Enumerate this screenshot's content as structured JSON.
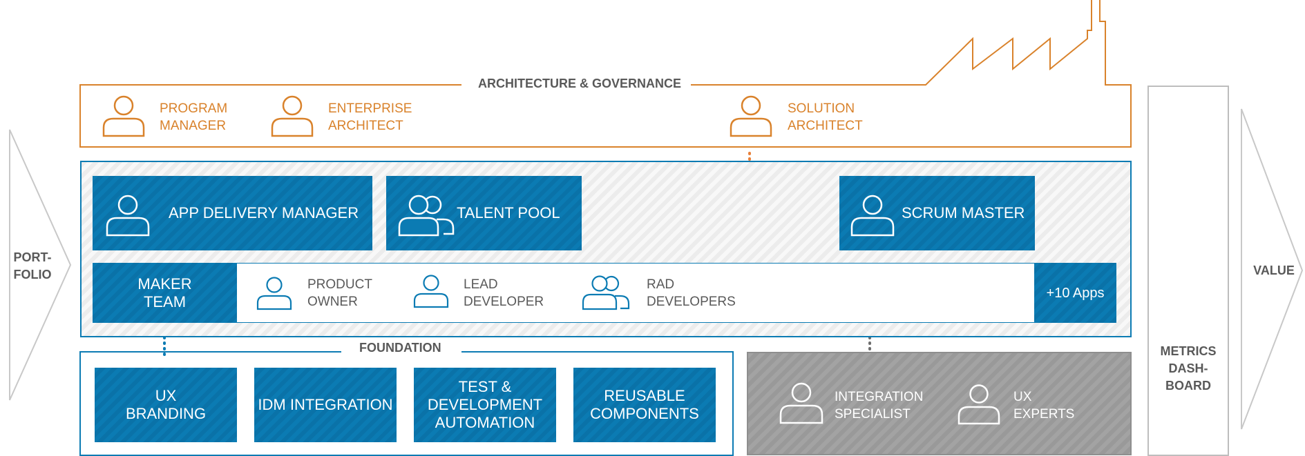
{
  "colors": {
    "orange": "#d9822b",
    "blue": "#0b7bb3",
    "grey": "#a3a3a3",
    "text_grey": "#595959"
  },
  "portfolio": {
    "label_line1": "PORT-",
    "label_line2": "FOLIO"
  },
  "value": {
    "label": "VALUE"
  },
  "metrics": {
    "line1": "METRICS",
    "line2": "DASH-",
    "line3": "BOARD"
  },
  "architecture": {
    "title": "ARCHITECTURE & GOVERNANCE",
    "roles": [
      {
        "line1": "PROGRAM",
        "line2": "MANAGER",
        "icon": "person-icon"
      },
      {
        "line1": "ENTERPRISE",
        "line2": "ARCHITECT",
        "icon": "person-icon"
      },
      {
        "line1": "SOLUTION",
        "line2": "ARCHITECT",
        "icon": "person-icon"
      }
    ]
  },
  "delivery": {
    "app_delivery_manager": "APP DELIVERY MANAGER",
    "talent_pool": "TALENT POOL",
    "scrum_master": "SCRUM MASTER"
  },
  "maker_team": {
    "label_line1": "MAKER",
    "label_line2": "TEAM",
    "members": [
      {
        "line1": "PRODUCT",
        "line2": "OWNER",
        "icon": "person-icon"
      },
      {
        "line1": "LEAD",
        "line2": "DEVELOPER",
        "icon": "person-icon"
      },
      {
        "line1": "RAD",
        "line2": "DEVELOPERS",
        "icon": "group-icon"
      }
    ],
    "apps": "+10 Apps"
  },
  "foundation": {
    "title": "FOUNDATION",
    "items": [
      {
        "line1": "UX",
        "line2": "BRANDING"
      },
      {
        "line1": "IDM INTEGRATION"
      },
      {
        "line1": "TEST &",
        "line2": "DEVELOPMENT",
        "line3": "AUTOMATION"
      },
      {
        "line1": "REUSABLE",
        "line2": "COMPONENTS"
      }
    ]
  },
  "specialists": [
    {
      "line1": "INTEGRATION",
      "line2": "SPECIALIST",
      "icon": "person-icon"
    },
    {
      "line1": "UX",
      "line2": "EXPERTS",
      "icon": "person-icon"
    }
  ]
}
